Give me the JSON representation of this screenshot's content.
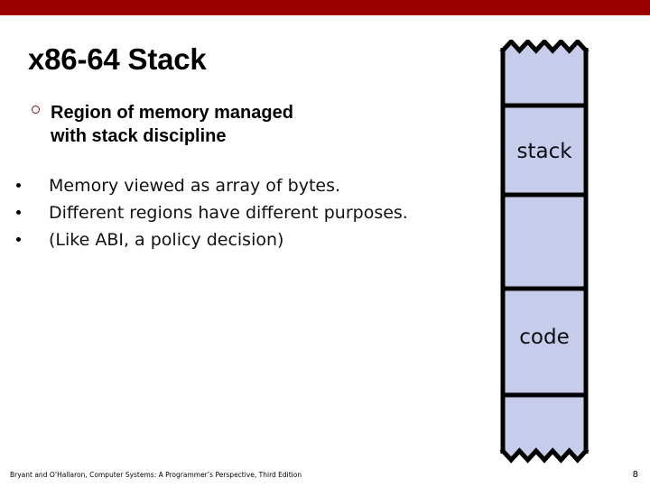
{
  "theme": {
    "band_color": "#990000",
    "page_background": "#ffffff",
    "memory_fill": "#c8cceb",
    "memory_stroke": "#000000",
    "level1_marker_color": "#7b1111"
  },
  "header": {
    "band_label": "top-red-band"
  },
  "title": {
    "text": "x86-64 Stack"
  },
  "body": {
    "primary_bullet": {
      "marker": "hollow-circle",
      "line1": "Region of memory managed",
      "line2": "with stack discipline"
    },
    "secondary_bullets": [
      {
        "marker": "dot",
        "text": "Memory viewed as array of bytes."
      },
      {
        "marker": "dot",
        "text": "Different regions have different purposes."
      },
      {
        "marker": "dot",
        "text": "(Like ABI, a policy decision)"
      }
    ]
  },
  "memory_diagram": {
    "name": "memory-layout-diagram",
    "top_edge": "zigzag",
    "bottom_edge": "zigzag",
    "segments": [
      {
        "label": "",
        "name": "segment-top-blank"
      },
      {
        "label": "stack",
        "name": "segment-stack"
      },
      {
        "label": "",
        "name": "segment-middle-blank"
      },
      {
        "label": "code",
        "name": "segment-code"
      },
      {
        "label": "",
        "name": "segment-bottom-blank"
      }
    ]
  },
  "footer": {
    "citation": "Bryant and O’Hallaron, Computer Systems: A Programmer’s Perspective, Third Edition",
    "page_number": "8"
  }
}
